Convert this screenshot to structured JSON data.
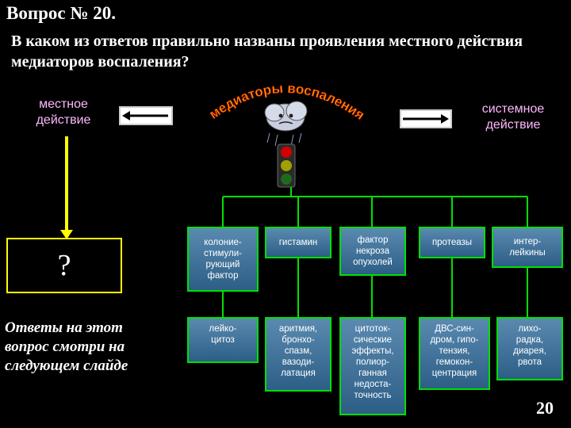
{
  "header": {
    "title": "Вопрос № 20.",
    "question": "В каком из ответов правильно названы проявления местного действия медиаторов воспаления?"
  },
  "left": {
    "label": "местное действие",
    "qmark": "?",
    "note": "Ответы на этот вопрос смотри на следующем слайде"
  },
  "right": {
    "label": "системное действие"
  },
  "center": {
    "arc_text": "медиаторы воспаления"
  },
  "row1": [
    "колониестимулирующий фактор",
    "гистамин",
    "фактор некроза опухолей",
    "протеазы",
    "интерлейкины"
  ],
  "row1_display": [
    "колоние-\nстимули-\nрующий\nфактор",
    "гистамин",
    "фактор\nнекроза\nопухолей",
    "протеазы",
    "интер-\nлейкины"
  ],
  "row2_display": [
    "лейко-\nцитоз",
    "аритмия,\nбронхо-\nспазм,\nвазоди-\nлатация",
    "цитоток-\nсические\nэффекты,\nполиор-\nганная\nнедоста-\nточность",
    "ДВС-син-\nдром, гипо-\nтензия,\nгемокон-\nцентрация",
    "лихо-\nрадка,\nдиарея,\nрвота"
  ],
  "slide_number": "20",
  "colors": {
    "accent_pink": "#ffb8ff",
    "line_green": "#00e000",
    "yellow": "#ffff00",
    "box_blue": "#3d6f98"
  }
}
